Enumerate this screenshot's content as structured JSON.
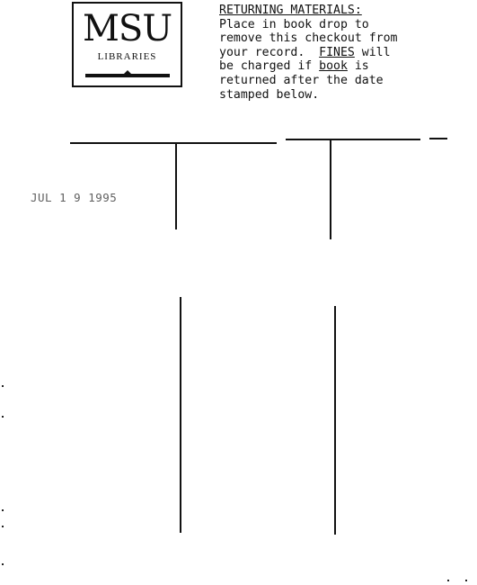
{
  "logo": {
    "name": "MSU",
    "subtitle": "LIBRARIES"
  },
  "notice": {
    "heading": "RETURNING MATERIALS:",
    "line1": "Place in book drop to",
    "line2": "remove this checkout from",
    "line3_pre": "your record.  ",
    "line3_fines": "FINES",
    "line3_post": " will",
    "line4_pre": "be charged if ",
    "line4_book": "book",
    "line4_post": " is",
    "line5": "returned after the date",
    "line6": "stamped below."
  },
  "due_dates": [
    "JUL 1 9 1995"
  ]
}
